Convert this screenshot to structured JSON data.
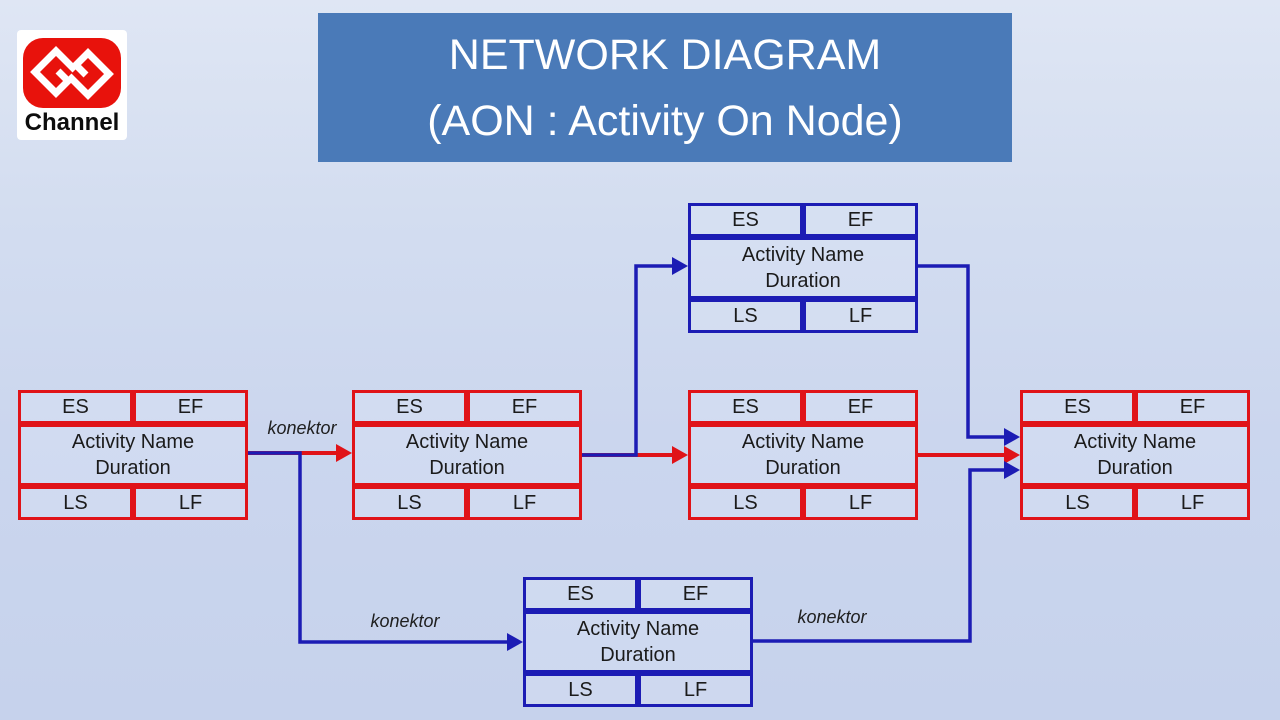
{
  "logo": {
    "label": "Channel",
    "icon": "gg-monogram-icon",
    "color": "#e8120c"
  },
  "title": {
    "line1": "NETWORK DIAGRAM",
    "line2": "(AON : Activity On Node)",
    "background": "#4a7ab8"
  },
  "nodes": [
    {
      "name": "start",
      "border_color": "#e01318",
      "es": "ES",
      "ef": "EF",
      "activity_name": "Activity Name",
      "duration": "Duration",
      "ls": "LS",
      "lf": "LF"
    },
    {
      "name": "branch",
      "border_color": "#e01318",
      "es": "ES",
      "ef": "EF",
      "activity_name": "Activity Name",
      "duration": "Duration",
      "ls": "LS",
      "lf": "LF"
    },
    {
      "name": "upper",
      "border_color": "#1c1cb4",
      "es": "ES",
      "ef": "EF",
      "activity_name": "Activity Name",
      "duration": "Duration",
      "ls": "LS",
      "lf": "LF"
    },
    {
      "name": "middle",
      "border_color": "#e01318",
      "es": "ES",
      "ef": "EF",
      "activity_name": "Activity Name",
      "duration": "Duration",
      "ls": "LS",
      "lf": "LF"
    },
    {
      "name": "lower",
      "border_color": "#1c1cb4",
      "es": "ES",
      "ef": "EF",
      "activity_name": "Activity Name",
      "duration": "Duration",
      "ls": "LS",
      "lf": "LF"
    },
    {
      "name": "end",
      "border_color": "#e01318",
      "es": "ES",
      "ef": "EF",
      "activity_name": "Activity Name",
      "duration": "Duration",
      "ls": "LS",
      "lf": "LF"
    }
  ],
  "connectors": [
    {
      "label": "konektor",
      "from": "start",
      "to": "branch",
      "color": "#e01318"
    },
    {
      "label": "konektor",
      "from": "start",
      "to": "lower",
      "color": "#1c1cb4"
    },
    {
      "label": "konektor",
      "from": "lower",
      "to": "end",
      "color": "#1c1cb4"
    }
  ],
  "palette": {
    "red": "#e01318",
    "blue": "#1c1cb4",
    "banner": "#4a7ab8",
    "background_top": "#dfe6f4",
    "background_bottom": "#c6d2ec",
    "text": "#1b1b1b"
  }
}
